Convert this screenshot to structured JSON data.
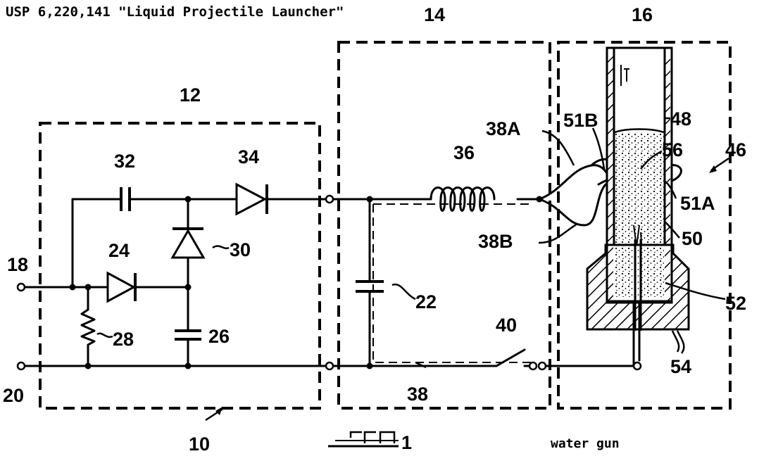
{
  "title": "USP 6,220,141 \"Liquid Projectile Launcher\"",
  "caption": "water gun",
  "figure_label": "1",
  "labels": {
    "l10": "10",
    "l12": "12",
    "l14": "14",
    "l16": "16",
    "l18": "18",
    "l20": "20",
    "l22": "22",
    "l24": "24",
    "l26": "26",
    "l28": "28",
    "l30": "30",
    "l32": "32",
    "l34": "34",
    "l36": "36",
    "l38": "38",
    "l38A": "38A",
    "l38B": "38B",
    "l40": "40",
    "l46": "46",
    "l48": "48",
    "l50": "50",
    "l51A": "51A",
    "l51B": "51B",
    "l52": "52",
    "l54": "54",
    "l56": "56"
  }
}
